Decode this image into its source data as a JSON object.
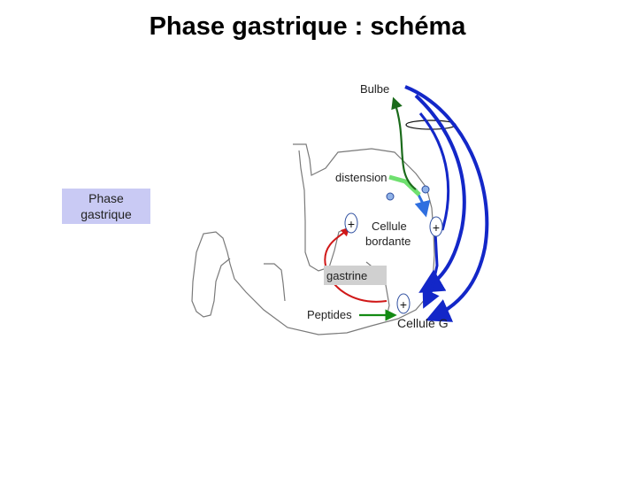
{
  "title": "Phase gastrique : schéma",
  "phase_label": "Phase gastrique",
  "labels": {
    "bulbe": "Bulbe",
    "distension": "distension",
    "cellule_bordante_line1": "Cellule",
    "cellule_bordante_line2": "bordante",
    "gastrine": "gastrine",
    "peptides": "Peptides",
    "cellule_g": "Cellule G"
  },
  "signs": {
    "plus": "+"
  },
  "colors": {
    "phase_box": "#c9caf4",
    "gastrine_box": "#d0d0d0",
    "vagal_efferent": "#1327c8",
    "local_reflex": "#2f6fe0",
    "vagal_afferent": "#1b6b1b",
    "distension_input": "#6fe06f",
    "gastrin_pathway": "#d01818",
    "peptide_arrow": "#138a13",
    "stomach_outline": "#7a7a7a",
    "receptor_fill": "#8fb2e8"
  }
}
